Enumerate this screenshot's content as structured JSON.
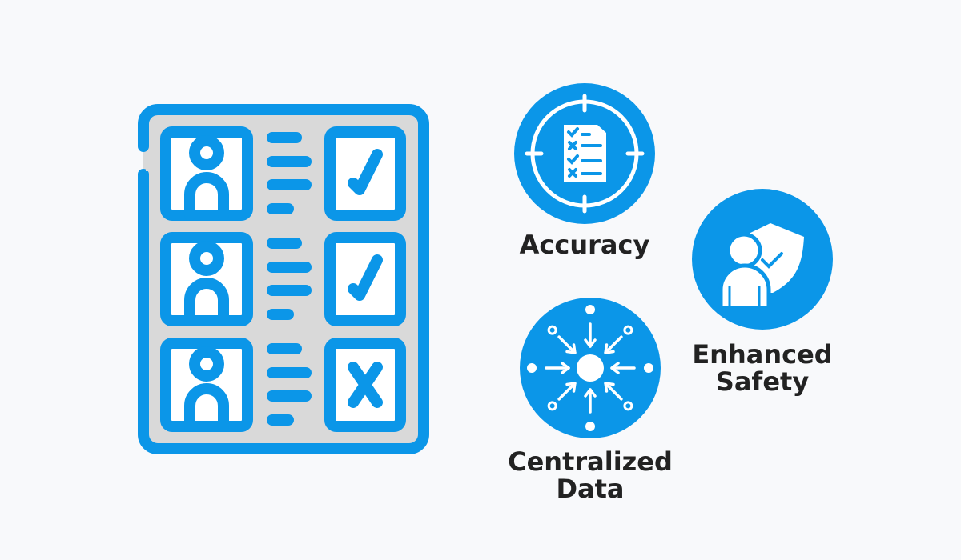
{
  "colors": {
    "accent": "#0b96e8",
    "background": "#f8f9fb",
    "panel": "#d9d9d9",
    "text": "#222222"
  },
  "document": {
    "rows": [
      {
        "status": "check",
        "icon": "check-icon"
      },
      {
        "status": "check",
        "icon": "check-icon"
      },
      {
        "status": "cross",
        "icon": "x-icon"
      }
    ]
  },
  "features": [
    {
      "label": "Accuracy",
      "icon": "target-checklist-icon"
    },
    {
      "label_line1": "Enhanced",
      "label_line2": "Safety",
      "icon": "person-shield-icon"
    },
    {
      "label_line1": "Centralized",
      "label_line2": "Data",
      "icon": "converging-arrows-icon"
    }
  ]
}
